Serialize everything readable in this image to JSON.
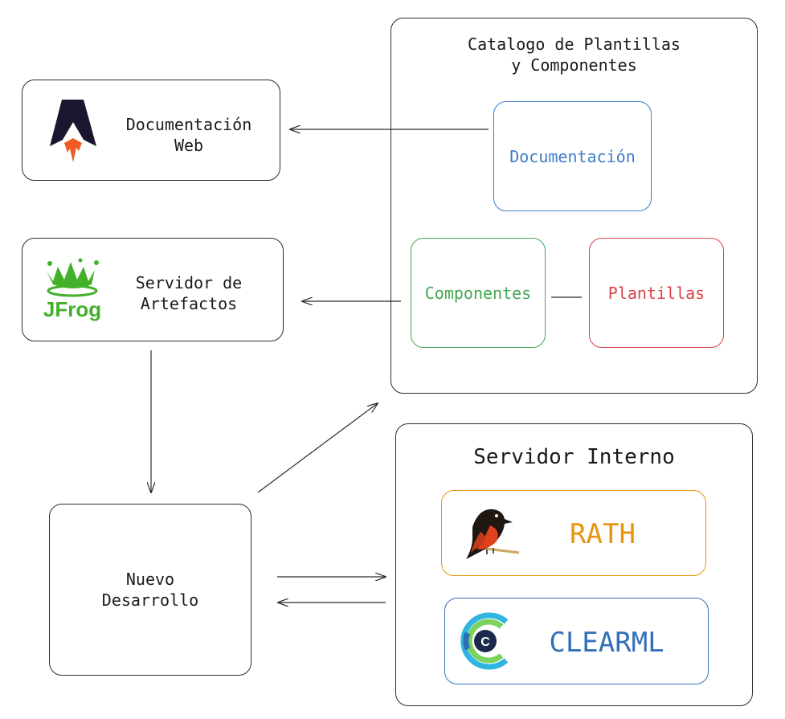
{
  "catalog": {
    "title": "Catalogo de Plantillas\ny Componentes",
    "documentacion": "Documentación",
    "componentes": "Componentes",
    "plantillas": "Plantillas"
  },
  "doc_web": {
    "label": "Documentación\nWeb",
    "icon": "astro-rocket-icon"
  },
  "artefactos": {
    "label": "Servidor de\nArtefactos",
    "logo_text": "JFrog",
    "icon": "jfrog-logo"
  },
  "nuevo": {
    "label": "Nuevo\nDesarrollo"
  },
  "servidor_interno": {
    "title": "Servidor Interno",
    "rath": "RATH",
    "clearml": "CLEARML",
    "rath_icon": "bird-icon",
    "clearml_icon": "clearml-logo"
  },
  "colors": {
    "blue": "#3d7cc9",
    "green": "#44a552",
    "red": "#d8434a",
    "orange": "#e8940f",
    "clearml_blue": "#3470b8",
    "jfrog_green": "#43b02a"
  }
}
